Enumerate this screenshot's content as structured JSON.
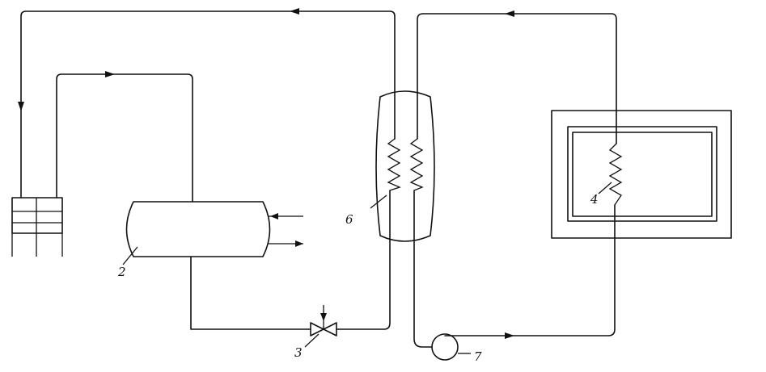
{
  "labels": {
    "compressor_evaporator_vessel": "2",
    "expansion_valve": "3",
    "coil_in_box": "4",
    "heat_exchanger": "6",
    "pump": "7"
  },
  "colors": {
    "stroke": "#111111",
    "background": "#ffffff"
  }
}
